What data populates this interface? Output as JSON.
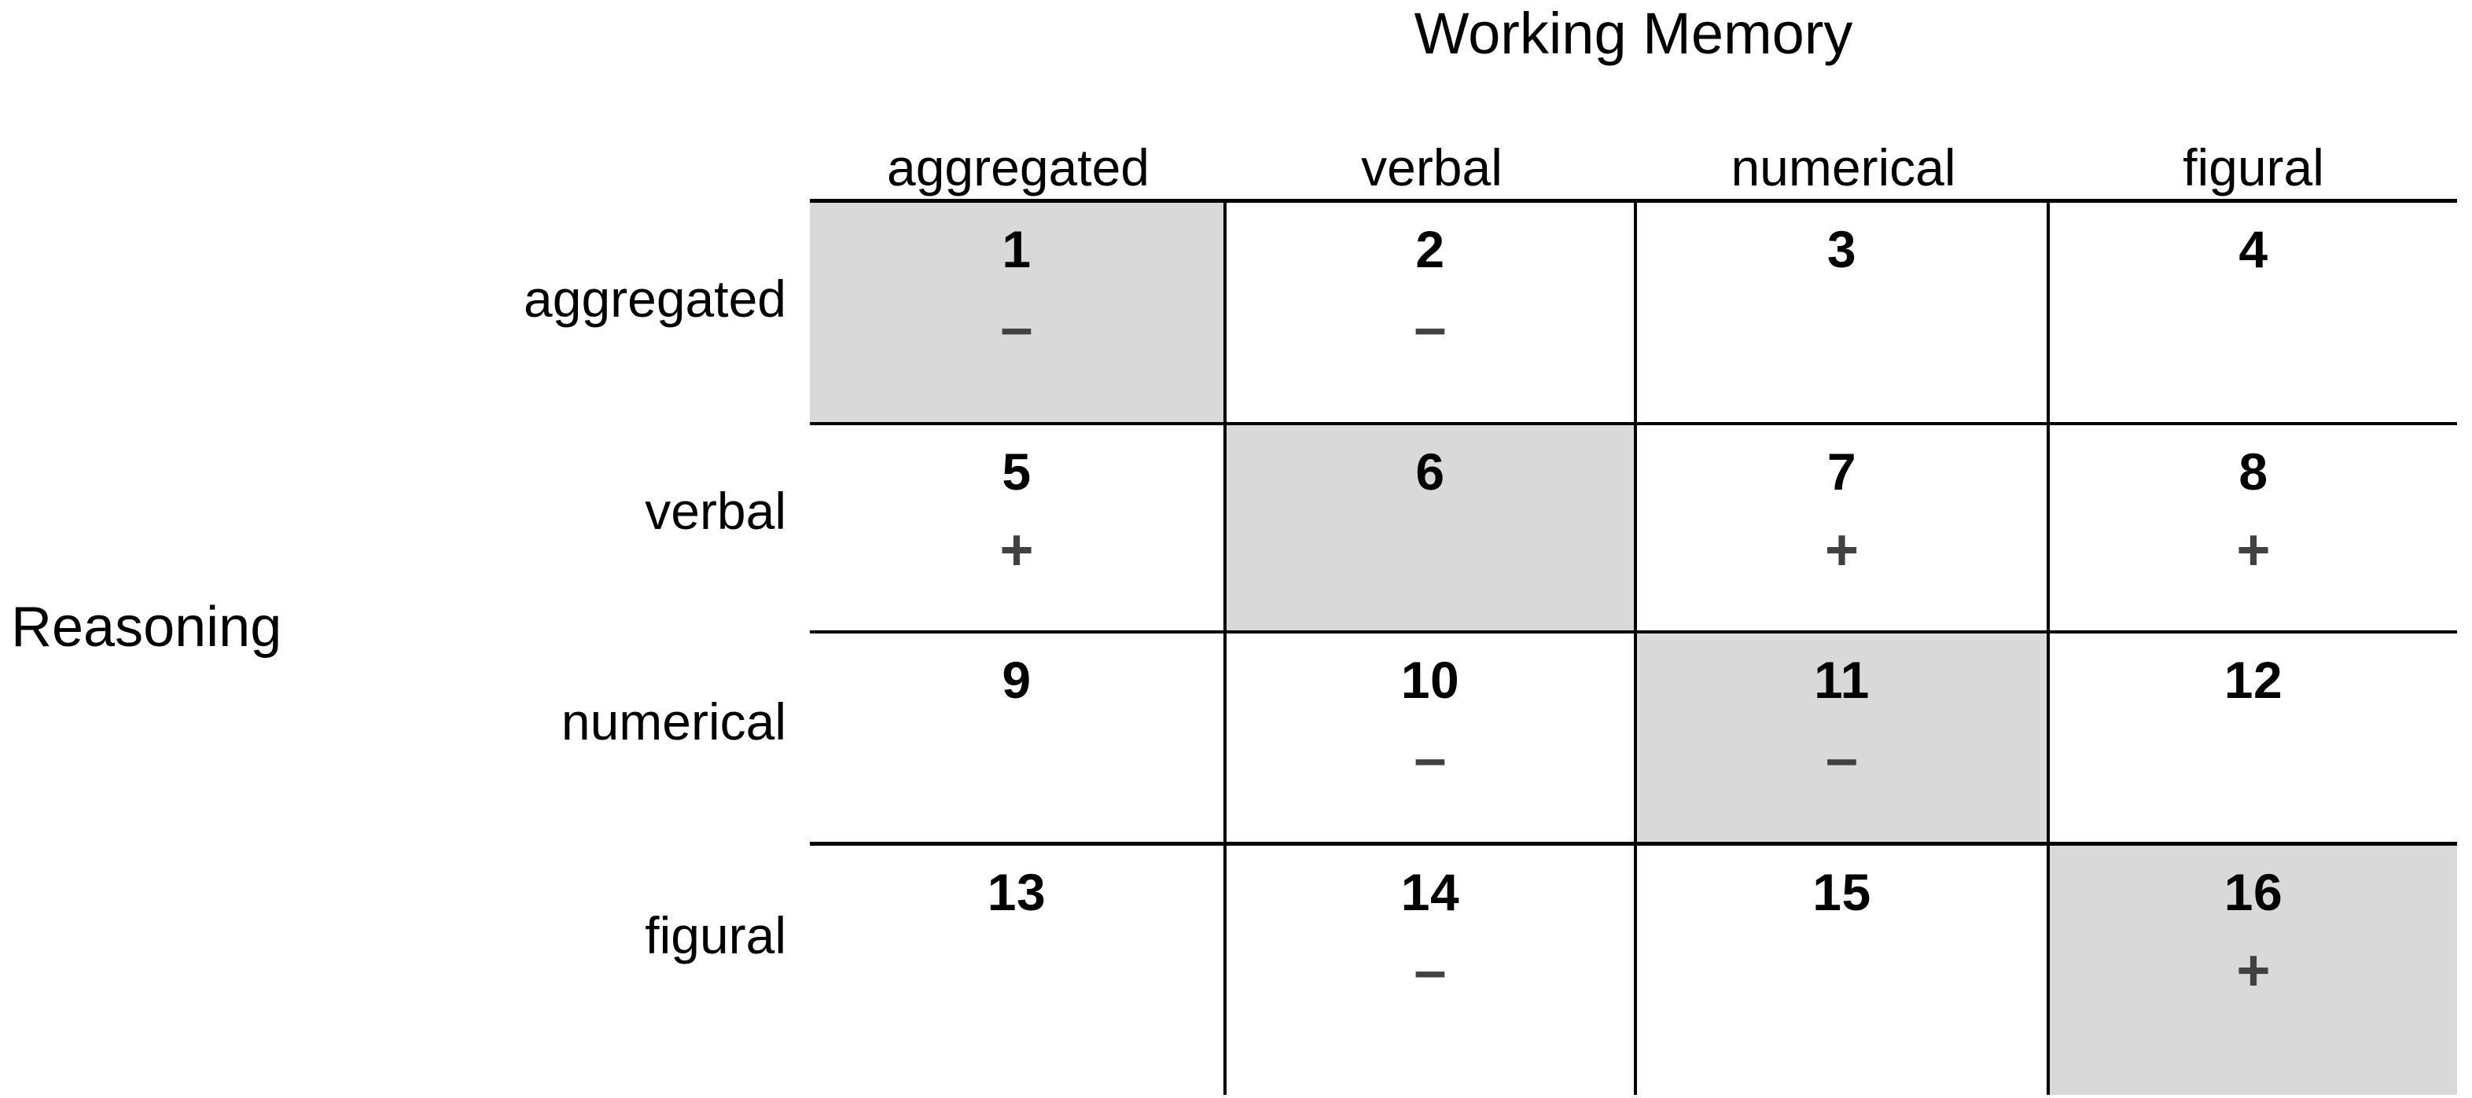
{
  "figure": {
    "column_group_label": "Working Memory",
    "row_group_label": "Reasoning",
    "column_headers": [
      "aggregated",
      "verbal",
      "numerical",
      "figural"
    ],
    "row_headers": [
      "aggregated",
      "verbal",
      "numerical",
      "figural"
    ],
    "colors": {
      "diagonal_shading": "#D9D9D9",
      "sign_color": "#414141",
      "grid_line": "#000000",
      "text": "#000000",
      "background": "#FFFFFF"
    },
    "legend": {
      "minus_symbol": "–",
      "plus_symbol": "+",
      "blank_symbol": ""
    }
  },
  "chart_data": {
    "type": "table",
    "title": "Working Memory",
    "xlabel": "Working Memory",
    "ylabel": "Reasoning",
    "categories": [
      "aggregated",
      "verbal",
      "numerical",
      "figural"
    ],
    "rows": [
      "aggregated",
      "verbal",
      "numerical",
      "figural"
    ],
    "grid": true,
    "cells": [
      {
        "number": "1",
        "sign": "–",
        "sign_name": "minus",
        "shaded": true,
        "row": "aggregated",
        "col": "aggregated"
      },
      {
        "number": "2",
        "sign": "–",
        "sign_name": "minus",
        "shaded": false,
        "row": "aggregated",
        "col": "verbal"
      },
      {
        "number": "3",
        "sign": "",
        "sign_name": "none",
        "shaded": false,
        "row": "aggregated",
        "col": "numerical"
      },
      {
        "number": "4",
        "sign": "",
        "sign_name": "none",
        "shaded": false,
        "row": "aggregated",
        "col": "figural"
      },
      {
        "number": "5",
        "sign": "+",
        "sign_name": "plus",
        "shaded": false,
        "row": "verbal",
        "col": "aggregated"
      },
      {
        "number": "6",
        "sign": "",
        "sign_name": "none",
        "shaded": true,
        "row": "verbal",
        "col": "verbal"
      },
      {
        "number": "7",
        "sign": "+",
        "sign_name": "plus",
        "shaded": false,
        "row": "verbal",
        "col": "numerical"
      },
      {
        "number": "8",
        "sign": "+",
        "sign_name": "plus",
        "shaded": false,
        "row": "verbal",
        "col": "figural"
      },
      {
        "number": "9",
        "sign": "",
        "sign_name": "none",
        "shaded": false,
        "row": "numerical",
        "col": "aggregated"
      },
      {
        "number": "10",
        "sign": "–",
        "sign_name": "minus",
        "shaded": false,
        "row": "numerical",
        "col": "verbal"
      },
      {
        "number": "11",
        "sign": "–",
        "sign_name": "minus",
        "shaded": true,
        "row": "numerical",
        "col": "numerical"
      },
      {
        "number": "12",
        "sign": "",
        "sign_name": "none",
        "shaded": false,
        "row": "numerical",
        "col": "figural"
      },
      {
        "number": "13",
        "sign": "",
        "sign_name": "none",
        "shaded": false,
        "row": "figural",
        "col": "aggregated"
      },
      {
        "number": "14",
        "sign": "–",
        "sign_name": "minus",
        "shaded": false,
        "row": "figural",
        "col": "verbal"
      },
      {
        "number": "15",
        "sign": "",
        "sign_name": "none",
        "shaded": false,
        "row": "figural",
        "col": "numerical"
      },
      {
        "number": "16",
        "sign": "+",
        "sign_name": "plus",
        "shaded": true,
        "row": "figural",
        "col": "figural"
      }
    ]
  }
}
